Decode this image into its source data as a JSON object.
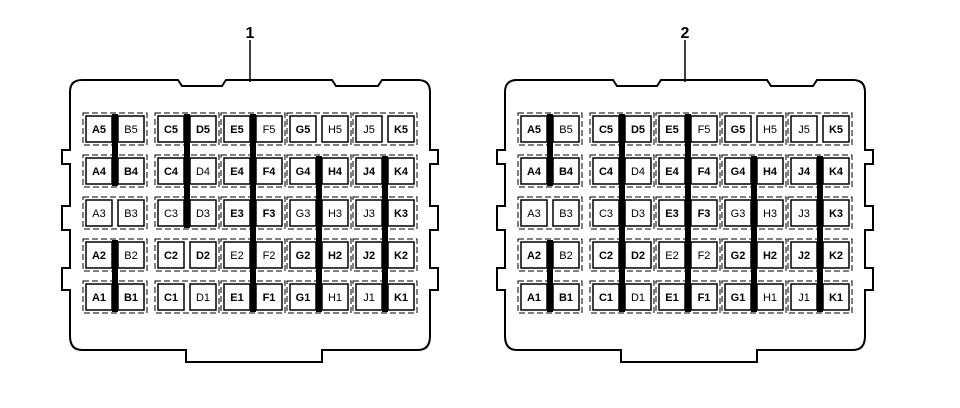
{
  "connectors": [
    {
      "callout": "1",
      "labels": [
        [
          "A5",
          "B5",
          "C5",
          "D5",
          "E5",
          "F5",
          "G5",
          "H5",
          "J5",
          "K5"
        ],
        [
          "A4",
          "B4",
          "C4",
          "D4",
          "E4",
          "F4",
          "G4",
          "H4",
          "J4",
          "K4"
        ],
        [
          "A3",
          "B3",
          "C3",
          "D3",
          "E3",
          "F3",
          "G3",
          "H3",
          "J3",
          "K3"
        ],
        [
          "A2",
          "B2",
          "C2",
          "D2",
          "E2",
          "F2",
          "G2",
          "H2",
          "J2",
          "K2"
        ],
        [
          "A1",
          "B1",
          "C1",
          "D1",
          "E1",
          "F1",
          "G1",
          "H1",
          "J1",
          "K1"
        ]
      ],
      "bold": [
        [
          "A5",
          "C5",
          "D5",
          "E5",
          "G5",
          "K5"
        ],
        [
          "A4",
          "B4",
          "C4",
          "E4",
          "F4",
          "G4",
          "H4",
          "J4",
          "K4"
        ],
        [
          "E3",
          "F3",
          "K3"
        ],
        [
          "A2",
          "C2",
          "D2",
          "G2",
          "H2",
          "J2",
          "K2"
        ],
        [
          "A1",
          "B1",
          "C1",
          "E1",
          "F1",
          "G1",
          "K1"
        ]
      ],
      "links": [
        {
          "col": 1,
          "from": 4,
          "to": 3
        },
        {
          "col": 1,
          "from": 1,
          "to": 0
        },
        {
          "col": 2,
          "from": 4,
          "to": 2
        },
        {
          "col": 3,
          "from": 4,
          "to": 0
        },
        {
          "col": 4,
          "from": 3,
          "to": 0
        },
        {
          "col": 5,
          "from": 3,
          "to": 0
        }
      ]
    },
    {
      "callout": "2",
      "labels": [
        [
          "A5",
          "B5",
          "C5",
          "D5",
          "E5",
          "F5",
          "G5",
          "H5",
          "J5",
          "K5"
        ],
        [
          "A4",
          "B4",
          "C4",
          "D4",
          "E4",
          "F4",
          "G4",
          "H4",
          "J4",
          "K4"
        ],
        [
          "A3",
          "B3",
          "C3",
          "D3",
          "E3",
          "F3",
          "G3",
          "H3",
          "J3",
          "K3"
        ],
        [
          "A2",
          "B2",
          "C2",
          "D2",
          "E2",
          "F2",
          "G2",
          "H2",
          "J2",
          "K2"
        ],
        [
          "A1",
          "B1",
          "C1",
          "D1",
          "E1",
          "F1",
          "G1",
          "H1",
          "J1",
          "K1"
        ]
      ],
      "bold": [
        [
          "A5",
          "C5",
          "D5",
          "E5",
          "G5",
          "K5"
        ],
        [
          "A4",
          "B4",
          "C4",
          "E4",
          "F4",
          "G4",
          "H4",
          "J4",
          "K4"
        ],
        [
          "E3",
          "F3",
          "K3"
        ],
        [
          "A2",
          "C2",
          "D2",
          "G2",
          "H2",
          "J2",
          "K2"
        ],
        [
          "A1",
          "B1",
          "C1",
          "E1",
          "F1",
          "G1",
          "K1"
        ]
      ],
      "links": [
        {
          "col": 1,
          "from": 4,
          "to": 3
        },
        {
          "col": 1,
          "from": 1,
          "to": 0
        },
        {
          "col": 2,
          "from": 4,
          "to": 0
        },
        {
          "col": 3,
          "from": 4,
          "to": 0
        },
        {
          "col": 4,
          "from": 3,
          "to": 0
        },
        {
          "col": 5,
          "from": 3,
          "to": 0
        }
      ]
    }
  ]
}
